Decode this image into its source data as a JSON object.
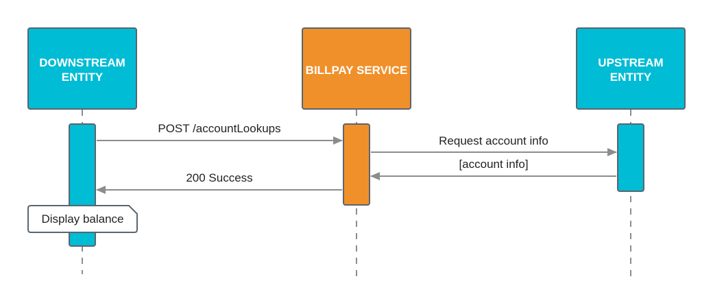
{
  "colors": {
    "teal": "#00bcd4",
    "orange": "#f0902a",
    "border": "#59656e",
    "arrow": "#8c8c8c"
  },
  "participants": [
    {
      "id": "downstream",
      "label": "DOWNSTREAM ENTITY",
      "color": "#00bcd4"
    },
    {
      "id": "billpay",
      "label": "BILLPAY SERVICE",
      "color": "#f0902a"
    },
    {
      "id": "upstream",
      "label": "UPSTREAM ENTITY",
      "color": "#00bcd4"
    }
  ],
  "messages": [
    {
      "from": "downstream",
      "to": "billpay",
      "label": "POST /accountLookups"
    },
    {
      "from": "billpay",
      "to": "upstream",
      "label": "Request account info"
    },
    {
      "from": "upstream",
      "to": "billpay",
      "label": "[account info]"
    },
    {
      "from": "billpay",
      "to": "downstream",
      "label": "200 Success"
    }
  ],
  "note": {
    "on": "downstream",
    "text": "Display balance"
  }
}
